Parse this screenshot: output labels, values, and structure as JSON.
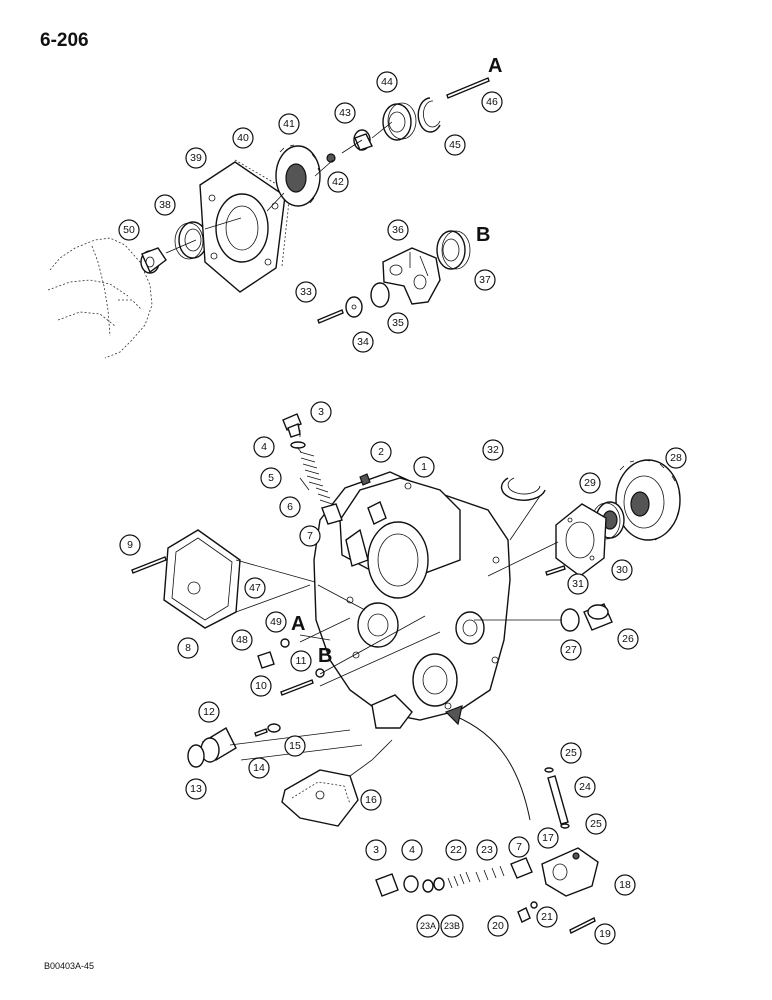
{
  "page": {
    "number": "6-206",
    "figure_code": "B00403A-45"
  },
  "refs": {
    "a_top": "A",
    "b_top": "B",
    "a_main": "A",
    "b_main": "B"
  },
  "callouts": [
    "50",
    "38",
    "39",
    "40",
    "41",
    "42",
    "43",
    "44",
    "45",
    "46",
    "36",
    "37",
    "33",
    "34",
    "35",
    "3",
    "4",
    "5",
    "6",
    "7",
    "2",
    "1",
    "32",
    "29",
    "28",
    "30",
    "31",
    "9",
    "47",
    "8",
    "49",
    "48",
    "11",
    "10",
    "27",
    "26",
    "12",
    "13",
    "14",
    "15",
    "16",
    "25",
    "24",
    "25",
    "3",
    "4",
    "22",
    "23",
    "7",
    "17",
    "18",
    "23A",
    "23B",
    "20",
    "21",
    "19"
  ]
}
